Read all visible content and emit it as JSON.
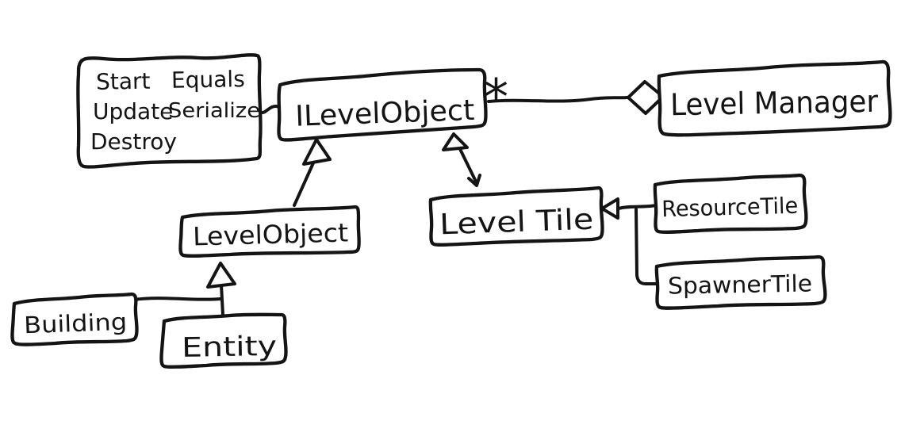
{
  "page": {
    "background": "#ffffff",
    "ink_color": "#141414",
    "kind": "hand-drawn UML class diagram"
  },
  "note_box": {
    "col1": [
      "Start",
      "Update",
      "Destroy"
    ],
    "col2": [
      "Equals",
      "Serialize"
    ]
  },
  "classes": {
    "ilevelobject": "ILevelObject",
    "levelmanager": "Level Manager",
    "levelobject": "LevelObject",
    "leveltile": "Level Tile",
    "resourcetile": "ResourceTile",
    "spawnertile": "SpawnerTile",
    "building": "Building",
    "entity": "Entity"
  },
  "aggregation": {
    "multiplicity": "*"
  },
  "relationships": [
    {
      "from": "ILevelObject",
      "to": "Level Manager",
      "type": "aggregation",
      "multiplicity_at_source": "*"
    },
    {
      "from": "LevelObject",
      "to": "ILevelObject",
      "type": "inheritance"
    },
    {
      "from": "Level Tile",
      "to": "ILevelObject",
      "type": "inheritance"
    },
    {
      "from": "ResourceTile",
      "to": "Level Tile",
      "type": "inheritance"
    },
    {
      "from": "SpawnerTile",
      "to": "Level Tile",
      "type": "inheritance"
    },
    {
      "from": "Building",
      "to": "LevelObject",
      "type": "inheritance"
    },
    {
      "from": "Entity",
      "to": "LevelObject",
      "type": "inheritance"
    },
    {
      "from": "note: Start Update Destroy Equals Serialize",
      "to": "ILevelObject",
      "type": "attachment"
    }
  ]
}
